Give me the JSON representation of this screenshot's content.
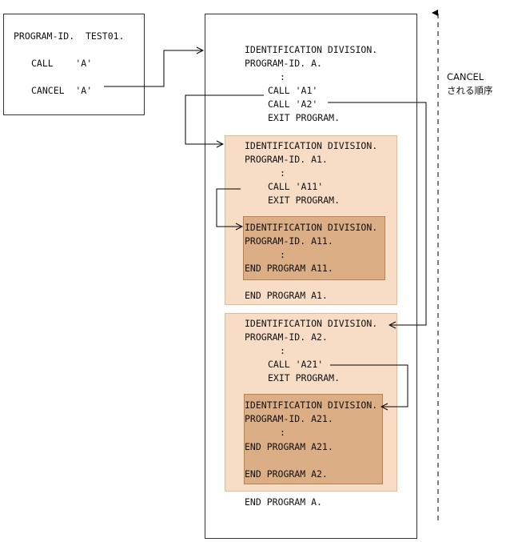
{
  "caller": {
    "lines": [
      "PROGRAM-ID.  TEST01.",
      "CALL    'A'",
      "CANCEL  'A'"
    ]
  },
  "program_a": {
    "head": [
      "IDENTIFICATION DIVISION.",
      "PROGRAM-ID. A.",
      ":",
      "CALL 'A1'",
      "CALL 'A2'",
      "EXIT PROGRAM."
    ],
    "end": "END PROGRAM A."
  },
  "program_a1": {
    "head": [
      "IDENTIFICATION DIVISION.",
      "PROGRAM-ID. A1.",
      ":",
      "CALL 'A11'",
      "EXIT PROGRAM."
    ],
    "end": "END PROGRAM A1."
  },
  "program_a11": {
    "lines": [
      "IDENTIFICATION DIVISION.",
      "PROGRAM-ID. A11.",
      ":",
      "END PROGRAM A11."
    ]
  },
  "program_a2": {
    "head": [
      "IDENTIFICATION DIVISION.",
      "PROGRAM-ID. A2.",
      ":",
      "CALL 'A21'",
      "EXIT PROGRAM."
    ],
    "end": "END PROGRAM A2."
  },
  "program_a21": {
    "lines": [
      "IDENTIFICATION DIVISION.",
      "PROGRAM-ID. A21.",
      ":",
      "END PROGRAM A21."
    ]
  },
  "cancel_order": {
    "line1": "CANCEL",
    "line2": "される順序"
  },
  "colors": {
    "frame_border": "#333333",
    "nested_light": "#f7dcc6",
    "nested_dark": "#dbae85",
    "connector": "#000000"
  }
}
